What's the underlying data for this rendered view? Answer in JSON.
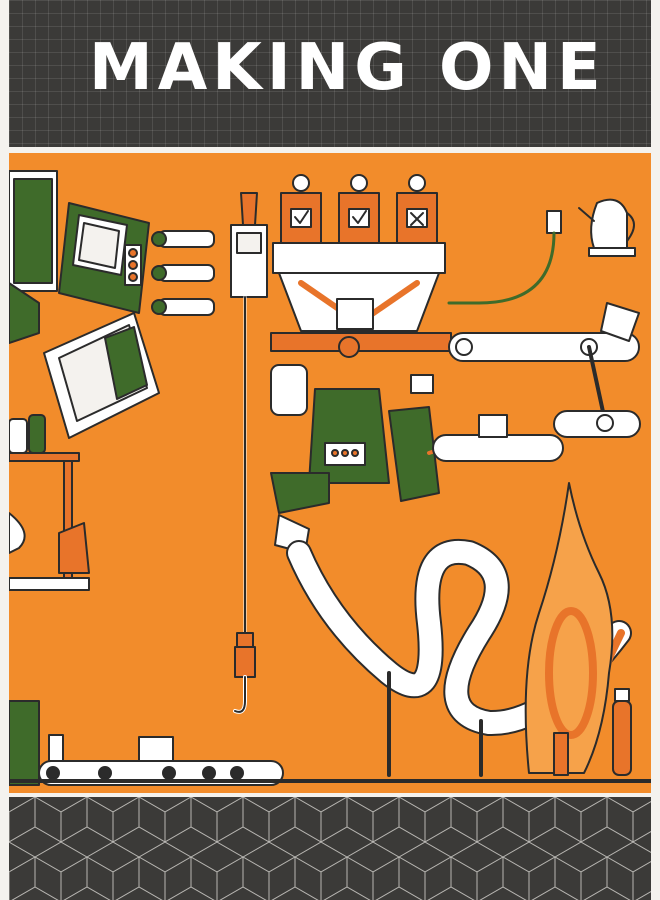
{
  "header": {
    "title": "MAKING ONE"
  },
  "illustration": {
    "subject": "machine-assembly-line",
    "colors": {
      "background": "#f28c2b",
      "machine_green": "#3f6b2a",
      "machine_orange": "#e8742a",
      "line": "#2b2b2b",
      "white": "#ffffff",
      "fire": "#f6a24a"
    },
    "icons": [
      "kettle-icon",
      "lightbulb-icon",
      "checkbox-icon",
      "hook-icon",
      "fire-extinguisher-icon",
      "flame-icon"
    ]
  },
  "footer": {
    "pattern": "hexagon-grid",
    "colors": {
      "background": "#3b3a38",
      "line": "#b8b6b2"
    }
  }
}
